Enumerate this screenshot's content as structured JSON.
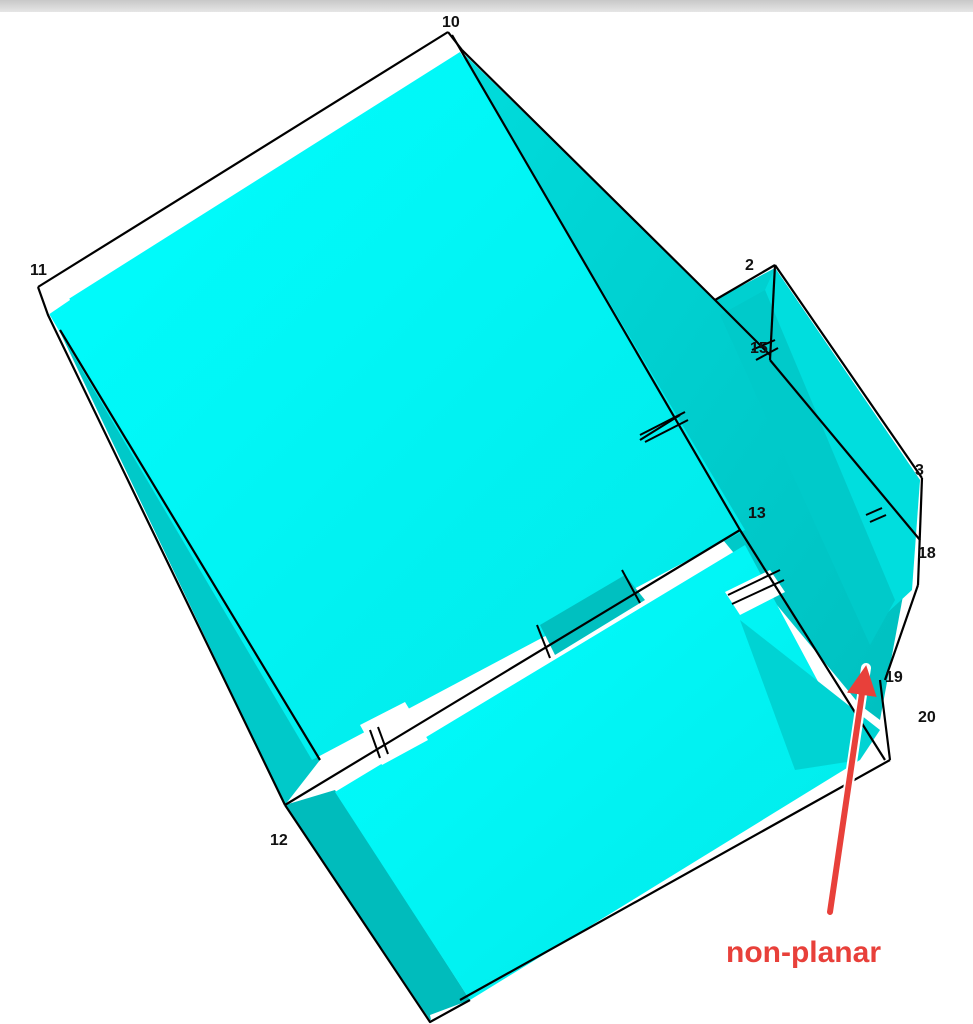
{
  "vertex_labels": [
    {
      "id": "v10",
      "text": "10"
    },
    {
      "id": "v11",
      "text": "11"
    },
    {
      "id": "v2",
      "text": "2"
    },
    {
      "id": "v15",
      "text": "15"
    },
    {
      "id": "v3",
      "text": "3"
    },
    {
      "id": "v13",
      "text": "13"
    },
    {
      "id": "v18",
      "text": "18"
    },
    {
      "id": "v19",
      "text": "19"
    },
    {
      "id": "v20",
      "text": "20"
    },
    {
      "id": "v12",
      "text": "12"
    }
  ],
  "annotation": {
    "text": "non-planar"
  },
  "colors": {
    "face_light": "#00ffff",
    "face_mid": "#00e3e3",
    "face_dark": "#00c4c4",
    "edge": "#000000",
    "annotation": "#e8403a"
  }
}
